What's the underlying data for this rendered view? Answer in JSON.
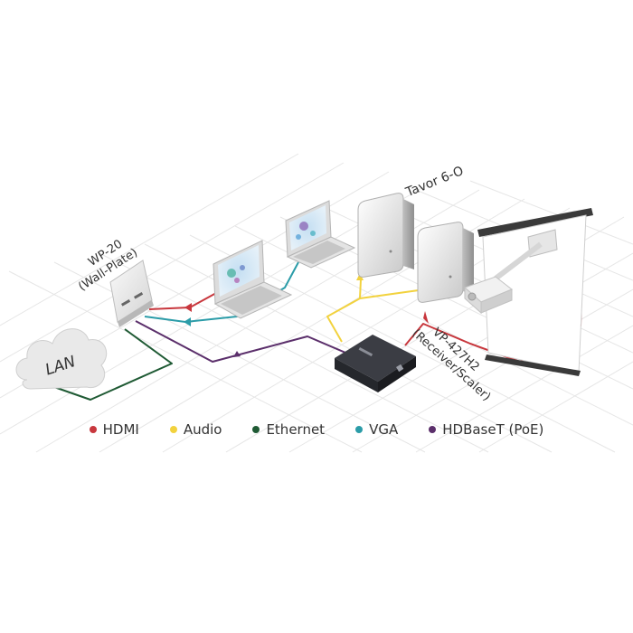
{
  "devices": {
    "wallplate": {
      "name": "WP-20",
      "sub": "(Wall-Plate)"
    },
    "speakers": {
      "name": "Tavor 6-O"
    },
    "receiver": {
      "name": "VP-427H2",
      "sub": "(Receiver/Scaler)"
    },
    "lan": {
      "name": "LAN"
    }
  },
  "colors": {
    "hdmi": "#c8373d",
    "audio": "#f2d23e",
    "ethernet": "#1f5a34",
    "vga": "#2b9ca8",
    "hdbaset": "#5b2f6b",
    "grid": "#e3e3e3"
  },
  "legend": [
    {
      "label": "HDMI",
      "color": "#c8373d"
    },
    {
      "label": "Audio",
      "color": "#f2d23e"
    },
    {
      "label": "Ethernet",
      "color": "#1f5a34"
    },
    {
      "label": "VGA",
      "color": "#2b9ca8"
    },
    {
      "label": "HDBaseT (PoE)",
      "color": "#5b2f6b"
    }
  ]
}
